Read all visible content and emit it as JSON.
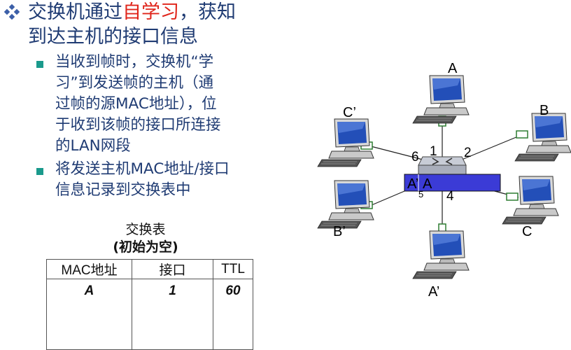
{
  "main": {
    "line1_prefix": "交换机通过",
    "line1_highlight": "自学习",
    "line1_suffix": "，获知",
    "line2": "到达主机的接口信息"
  },
  "sub_bullets": [
    {
      "lines": [
        "当收到帧时，交换机“学",
        "习”到发送帧的主机（通",
        "过帧的源MAC地址），位",
        "于收到该帧的接口所连接",
        "的LAN网段"
      ]
    },
    {
      "lines": [
        "将发送主机MAC地址/接口",
        "信息记录到交换表中"
      ]
    }
  ],
  "table": {
    "title": "交换表",
    "subtitle": "(初始为空)",
    "headers": [
      "MAC地址",
      "接口",
      "TTL"
    ],
    "rows": [
      [
        "A",
        "1",
        "60"
      ]
    ]
  },
  "diagram": {
    "hosts": {
      "A": "A",
      "B": "B",
      "C": "C",
      "A2": "A’",
      "B2": "B’",
      "C2": "C’"
    },
    "ports": {
      "p1": "1",
      "p2": "2",
      "p4": "4",
      "p5": "5",
      "p6": "6"
    },
    "frame": {
      "dest": "A’",
      "src": "A"
    }
  },
  "colors": {
    "title_blue": "#1f3b73",
    "highlight_red": "#e0251b",
    "bullet_teal": "#1a9a8c",
    "frame_blue": "#3b3bd6"
  }
}
